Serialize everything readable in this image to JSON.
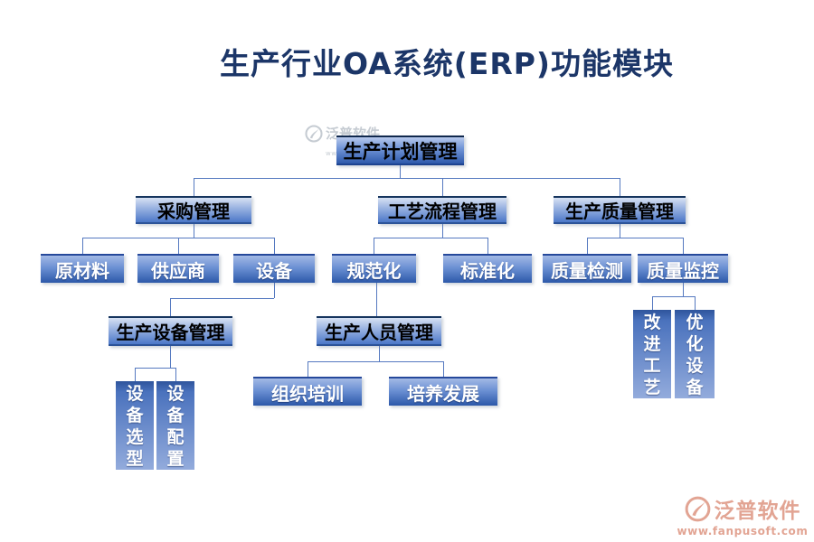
{
  "title": "生产行业OA系统(ERP)功能模块",
  "nodes": {
    "root": {
      "label": "生产计划管理"
    },
    "caigou": {
      "label": "采购管理"
    },
    "gongyi": {
      "label": "工艺流程管理"
    },
    "zhiliang": {
      "label": "生产质量管理"
    },
    "yuancailiao": {
      "label": "原材料"
    },
    "gongyingshang": {
      "label": "供应商"
    },
    "shebei": {
      "label": "设备"
    },
    "guifanhua": {
      "label": "规范化"
    },
    "biaozhunhua": {
      "label": "标准化"
    },
    "zhijiance": {
      "label": "质量检测"
    },
    "jiankong": {
      "label": "质量监控"
    },
    "shebeiguanli": {
      "label": "生产设备管理"
    },
    "renyuanguanli": {
      "label": "生产人员管理"
    },
    "zuzhipeixun": {
      "label": "组织培训"
    },
    "peiyangfazhan": {
      "label": "培养发展"
    },
    "shebeixuanxing": {
      "label": "设备选型"
    },
    "shebeipeizhi": {
      "label": "设备配置"
    },
    "gaijingongyi": {
      "label": "改进工艺"
    },
    "youhuashebei": {
      "label": "优化设备"
    }
  },
  "hierarchy": {
    "生产计划管理": [
      "采购管理",
      "工艺流程管理",
      "生产质量管理"
    ],
    "采购管理": [
      "原材料",
      "供应商",
      "设备"
    ],
    "工艺流程管理": [
      "规范化",
      "标准化"
    ],
    "生产质量管理": [
      "质量检测",
      "质量监控"
    ],
    "设备": [
      "生产设备管理"
    ],
    "生产设备管理": [
      "设备选型",
      "设备配置"
    ],
    "规范化": [
      "生产人员管理"
    ],
    "生产人员管理": [
      "组织培训",
      "培养发展"
    ],
    "质量监控": [
      "改进工艺",
      "优化设备"
    ]
  },
  "watermark_faint": {
    "brand": "泛普软件",
    "url": "www.fanpusoft.com"
  },
  "brand_footer": {
    "brand": "泛普软件",
    "url": "www.fanpusoft.com"
  },
  "colors": {
    "title": "#1c3668",
    "node_blue": "#4472c4",
    "connector": "#5579c0",
    "brand_salmon": "#e2a493"
  }
}
